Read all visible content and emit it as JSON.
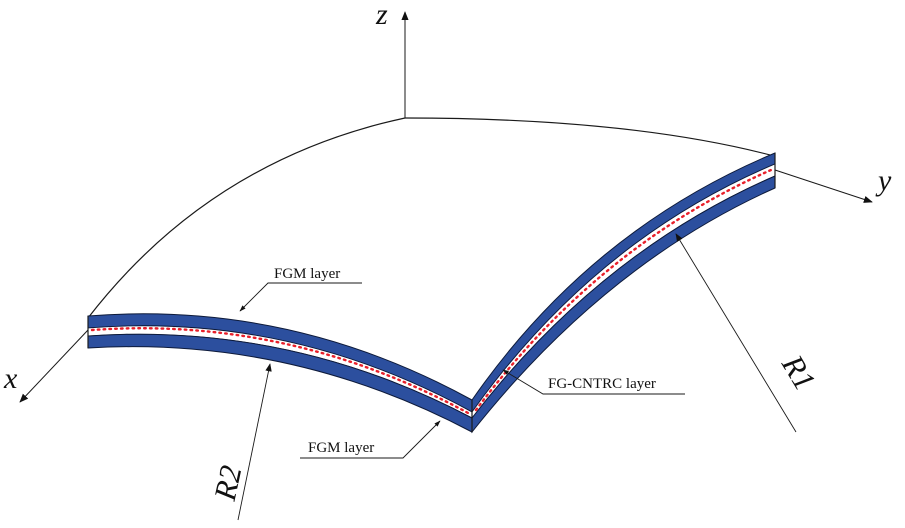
{
  "axes": {
    "x": "x",
    "y": "y",
    "z": "z"
  },
  "radii": {
    "r1": "R1",
    "r2": "R2"
  },
  "callouts": {
    "fgm_top": "FGM layer",
    "fgm_bottom": "FGM layer",
    "cntrc": "FG-CNTRC layer"
  },
  "colors": {
    "fgm_layer": "#2c4f9e",
    "cntrc_layer": "#ffffff",
    "cnt_dots": "#e8202a"
  }
}
